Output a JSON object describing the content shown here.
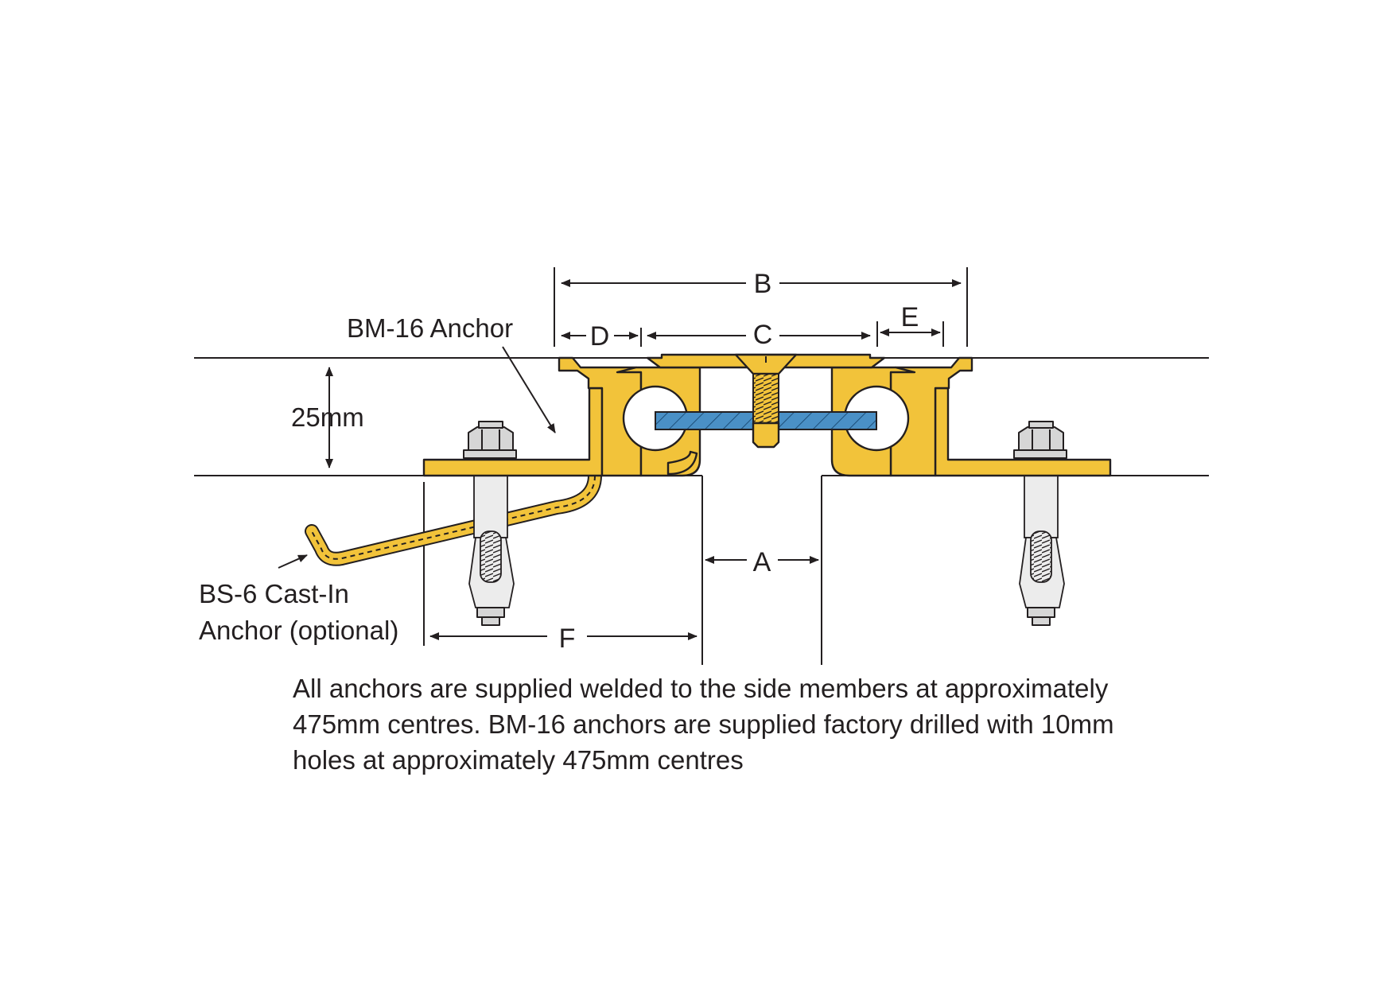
{
  "dimensions": {
    "a": "A",
    "b": "B",
    "c": "C",
    "d": "D",
    "e": "E",
    "f": "F",
    "depth": "25mm"
  },
  "callouts": {
    "bm16": "BM-16 Anchor",
    "bs6_line1": "BS-6 Cast-In",
    "bs6_line2": "Anchor (optional)"
  },
  "note": {
    "line1": "All anchors are supplied welded to the side members at approximately",
    "line2": "475mm centres. BM-16 anchors are supplied factory drilled with 10mm",
    "line3": "holes at approximately 475mm centres"
  },
  "colors": {
    "profile": "#f2c33a",
    "seal": "#4a90c6",
    "steel": "#d6d6d6",
    "line": "#231f20"
  }
}
